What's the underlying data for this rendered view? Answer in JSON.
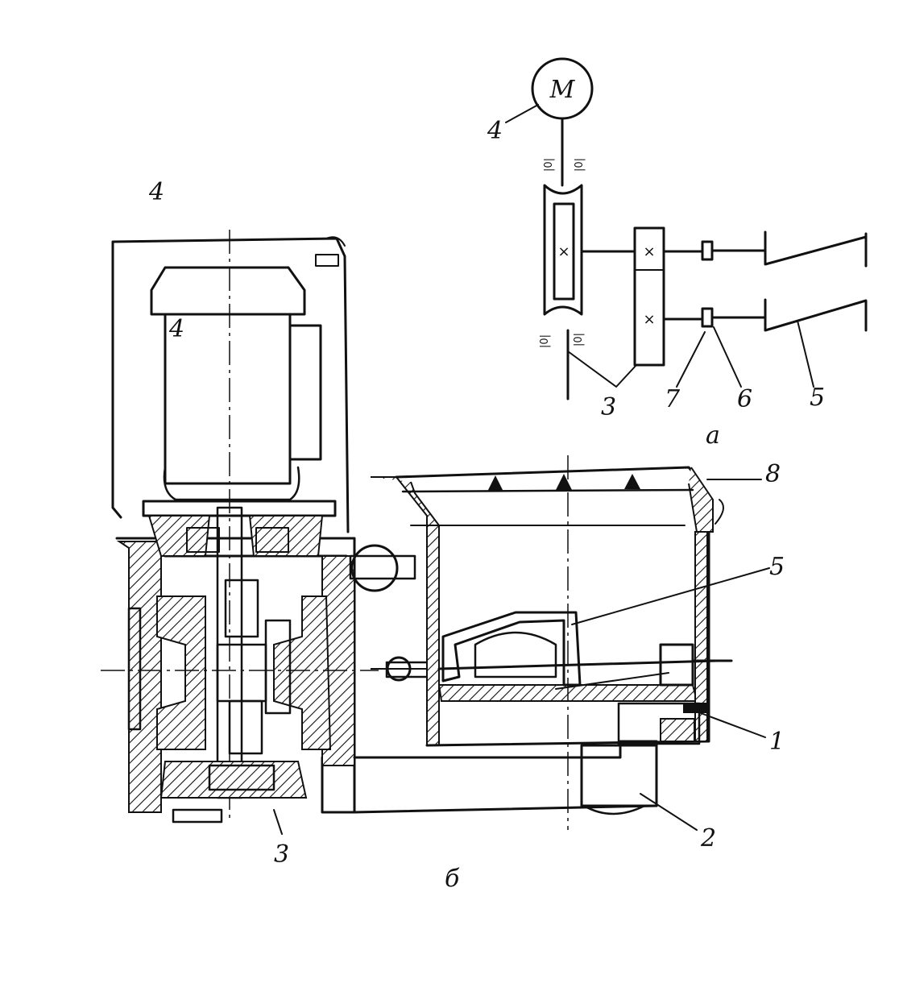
{
  "kinematic_scheme": {
    "motor_symbol": "M",
    "labels": {
      "motor": "4",
      "gear_train": "3",
      "coupling_7": "7",
      "coupling_6": "6",
      "blades": "5"
    },
    "caption": "а"
  },
  "section_view": {
    "labels": {
      "motor": "4",
      "trough": "8",
      "blade": "5",
      "part_1": "1",
      "base": "2",
      "gearbox": "3"
    },
    "caption": "б"
  }
}
